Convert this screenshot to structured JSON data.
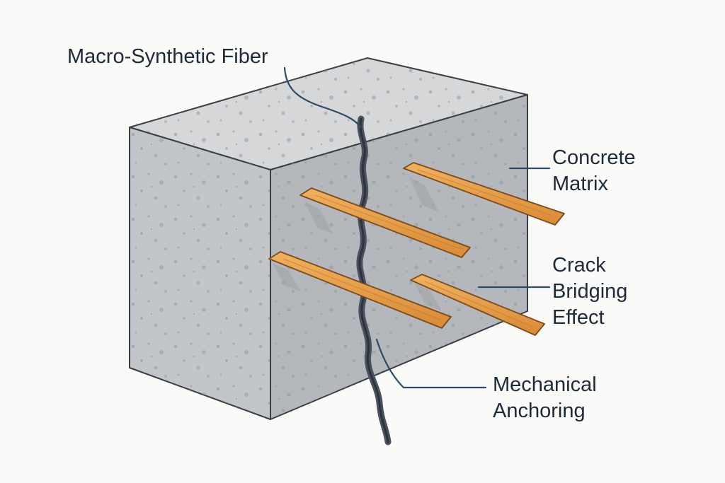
{
  "labels": {
    "fiber": "Macro-Synthetic Fiber",
    "matrix": [
      "Concrete",
      "Matrix"
    ],
    "crack": [
      "Crack",
      "Bridging",
      "Effect"
    ],
    "anchor": [
      "Mechanical",
      "Anchoring"
    ]
  },
  "colors": {
    "background": "#fafaf8",
    "concrete_top": "#d6d7d8",
    "concrete_front": "#c3c6c9",
    "concrete_side": "#aeb2b6",
    "fiber": "#e39a45",
    "crack": "#4a5260",
    "leader": "#2f4a66",
    "text": "#1e2a38"
  }
}
